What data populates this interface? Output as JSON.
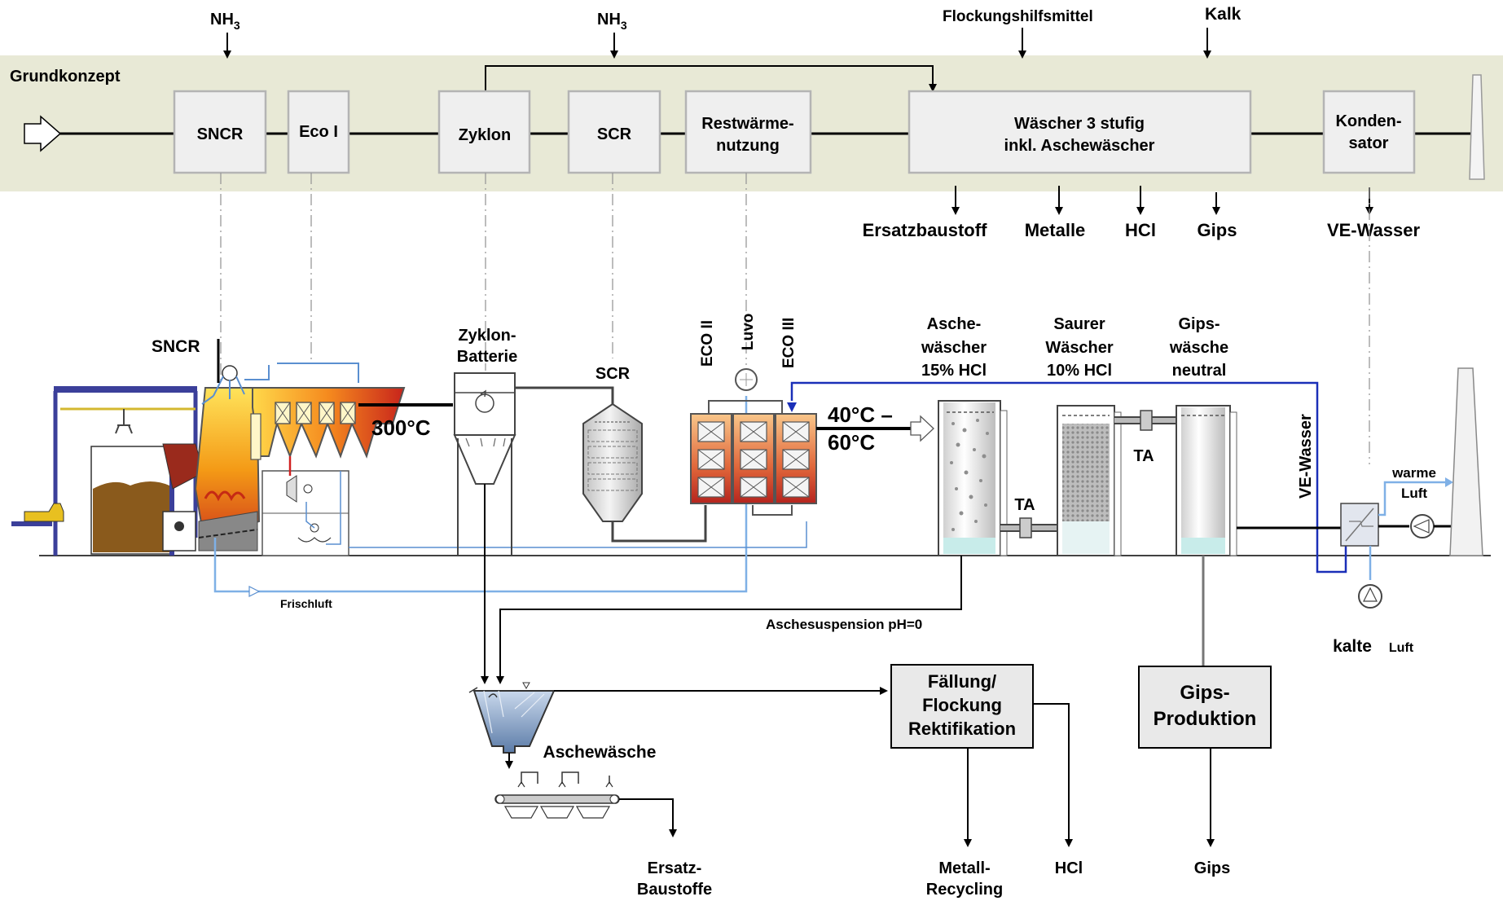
{
  "band": {
    "title": "Grundkonzept"
  },
  "inputs": {
    "nh3_a": "NH3",
    "nh3_b": "NH3",
    "flockung": "Flockungshilfsmittel",
    "kalk": "Kalk"
  },
  "boxes": {
    "sncr": "SNCR",
    "eco1": "Eco I",
    "zyklon": "Zyklon",
    "scr": "SCR",
    "rest_1": "Restwärme-",
    "rest_2": "nutzung",
    "wascher_1": "Wäscher 3 stufig",
    "wascher_2": "inkl. Aschewäscher",
    "kond_1": "Konden-",
    "kond_2": "sator"
  },
  "outputs": {
    "ersatzbaustoff": "Ersatzbaustoff",
    "metalle": "Metalle",
    "hcl": "HCl",
    "gips": "Gips",
    "ve_wasser": "VE-Wasser"
  },
  "plant": {
    "sncr": "SNCR",
    "temp_300": "300°C",
    "zyklon_1": "Zyklon-",
    "zyklon_2": "Batterie",
    "scr": "SCR",
    "eco2": "ECO II",
    "luvo": "Luvo",
    "eco3": "ECO III",
    "temp_40": "40°C –",
    "temp_60": "60°C",
    "ascheW_1": "Asche-",
    "ascheW_2": "wäscher",
    "ascheW_3": "15% HCl",
    "saurer_1": "Saurer",
    "saurer_2": "Wäscher",
    "saurer_3": "10% HCl",
    "gipsW_1": "Gips-",
    "gipsW_2": "wäsche",
    "gipsW_3": "neutral",
    "ta_1": "TA",
    "ta_2": "TA",
    "ve_wasser": "VE-Wasser",
    "warme": "warme",
    "luft_warm": "Luft",
    "kalte": "kalte",
    "luft_kalt": "Luft",
    "frischluft": "Frischluft",
    "aschesuspension": "Aschesuspension pH=0"
  },
  "bottom": {
    "aschewasche": "Aschewäsche",
    "faellung_1": "Fällung/",
    "faellung_2": "Flockung",
    "faellung_3": "Rektifikation",
    "gips_prod_1": "Gips-",
    "gips_prod_2": "Produktion",
    "ersatz_1": "Ersatz-",
    "ersatz_2": "Baustoffe",
    "metall_1": "Metall-",
    "metall_2": "Recycling",
    "hcl": "HCl",
    "gips": "Gips"
  },
  "colors": {
    "band": "#e8e9d6",
    "box": "#efefef",
    "box_stroke": "#b4b4b4",
    "water_blue": "#1a2fb8",
    "air_blue": "#7fb0e6",
    "fire_orange": "#f07a10",
    "eco_red": "#c0392b"
  }
}
